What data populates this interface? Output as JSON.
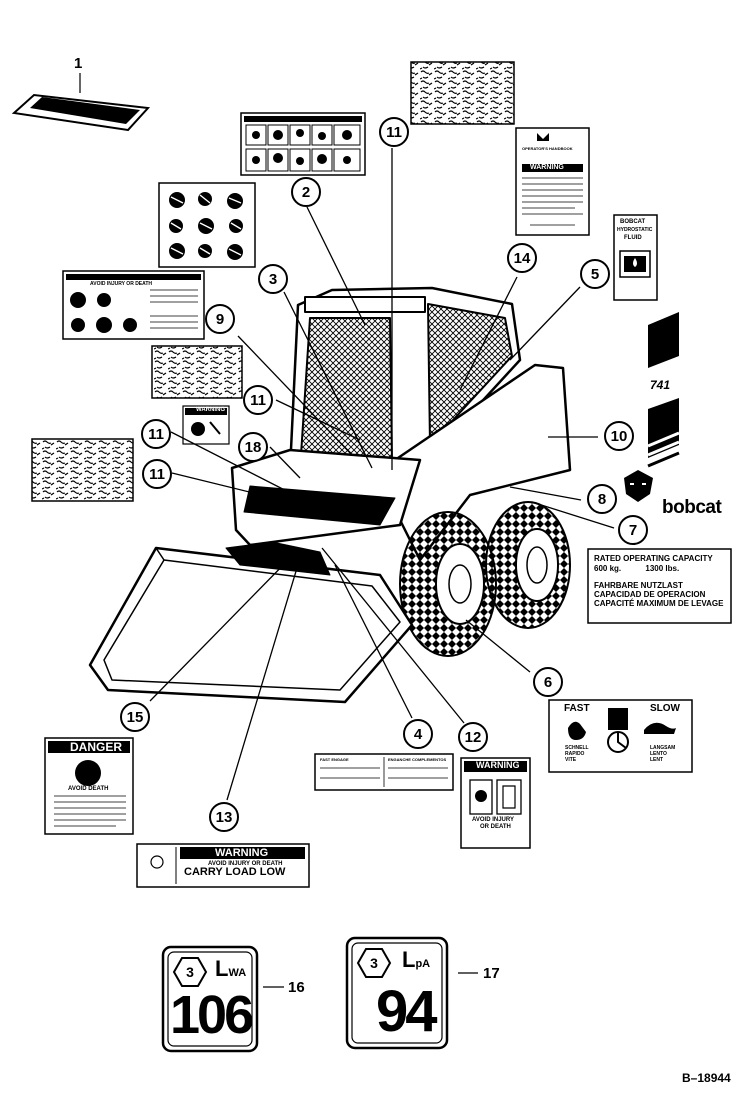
{
  "figure_id": "B–18944",
  "callouts": [
    "1",
    "2",
    "3",
    "4",
    "5",
    "6",
    "7",
    "8",
    "9",
    "10",
    "11",
    "11",
    "11",
    "11",
    "12",
    "13",
    "14",
    "15",
    "16",
    "17",
    "18"
  ],
  "danger_decal": {
    "header": "DANGER",
    "subheader": "AVOID DEATH"
  },
  "carry_decal": {
    "header": "WARNING",
    "subheader": "AVOID INJURY OR DEATH",
    "main": "CARRY LOAD LOW"
  },
  "warning_small_decal": {
    "header": "WARNING",
    "line1": "AVOID INJURY",
    "line2": "OR DEATH"
  },
  "avoid_injury_decal": {
    "title": "AVOID INJURY OR DEATH"
  },
  "speed_decal": {
    "fast": "FAST",
    "slow": "SLOW",
    "fast_words": [
      "SCHNELL",
      "RAPIDO",
      "VITE"
    ],
    "slow_words": [
      "LANGSAM",
      "LENTO",
      "LENT"
    ]
  },
  "capacity_decal": {
    "lines": [
      "RATED OPERATING CAPACITY",
      "FAHRBARE NUTZLAST",
      "CAPACIDAD DE OPERACION",
      "CAPACITÉ MAXIMUM DE LEVAGE"
    ],
    "kg": "600 kg.",
    "lbs": "1300 lbs."
  },
  "fluid_decal": {
    "brand": "BOBCAT",
    "line1": "HYDROSTATIC",
    "line2": "FLUID"
  },
  "model_decal": {
    "number": "741"
  },
  "brand_logo": {
    "text": "bobcat"
  },
  "bilingual_decal": {
    "left_top": "FAST ENGAGE",
    "right_top": "ENGANCHE COMPLEMENTOS"
  },
  "noise_decal_16": {
    "label": "L",
    "sub": "WA",
    "value": "106"
  },
  "noise_decal_17": {
    "label": "L",
    "sub": "pA",
    "value": "94"
  },
  "operator_manual_decal": {
    "header": "WARNING",
    "title": "OPERATOR'S HANDBOOK"
  }
}
